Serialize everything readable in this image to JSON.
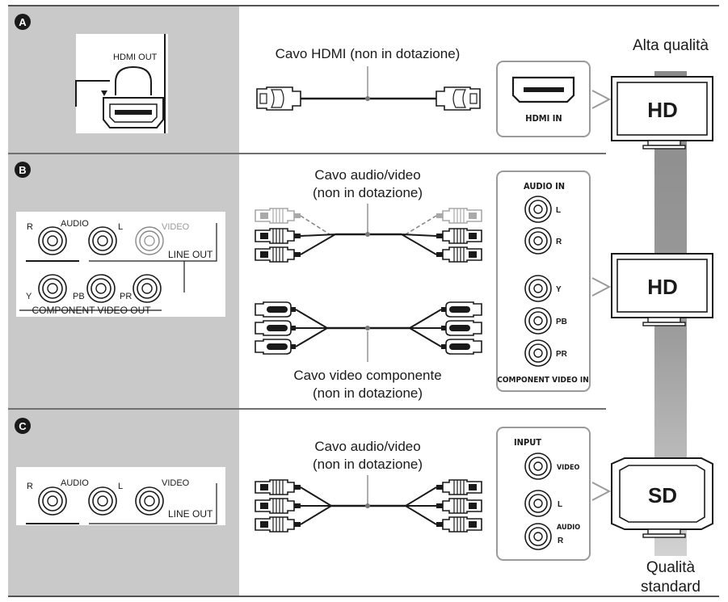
{
  "sections": [
    {
      "badge": "A",
      "player_labels": {
        "port": "HDMI OUT"
      },
      "cables": [
        {
          "label_line1": "Cavo HDMI (non in dotazione)"
        }
      ],
      "tv_panel": {
        "port": "HDMI IN"
      },
      "tv": {
        "screen_label": "HD"
      }
    },
    {
      "badge": "B",
      "player_labels": {
        "r": "R",
        "audio": "AUDIO",
        "l": "L",
        "video": "VIDEO",
        "line_out": "LINE OUT",
        "y": "Y",
        "pb": "PB",
        "pr": "PR",
        "component_out": "COMPONENT VIDEO OUT"
      },
      "cables": [
        {
          "label_line1": "Cavo audio/video",
          "label_line2": "(non in dotazione)"
        },
        {
          "label_line1": "Cavo video componente",
          "label_line2": "(non in dotazione)"
        }
      ],
      "tv_panel": {
        "audio_in": "AUDIO IN",
        "l": "L",
        "r": "R",
        "y": "Y",
        "pb": "PB",
        "pr": "PR",
        "component_in": "COMPONENT VIDEO IN"
      },
      "tv": {
        "screen_label": "HD"
      }
    },
    {
      "badge": "C",
      "player_labels": {
        "r": "R",
        "audio": "AUDIO",
        "l": "L",
        "video": "VIDEO",
        "line_out": "LINE OUT"
      },
      "cables": [
        {
          "label_line1": "Cavo audio/video",
          "label_line2": "(non in dotazione)"
        }
      ],
      "tv_panel": {
        "input": "INPUT",
        "video": "VIDEO",
        "l": "L",
        "audio": "AUDIO",
        "r": "R"
      },
      "tv": {
        "screen_label": "SD"
      }
    }
  ],
  "quality_scale": {
    "top_label": "Alta qualità",
    "bottom_label_line1": "Qualità",
    "bottom_label_line2": "standard"
  },
  "colors": {
    "panel_gray": "#c9c9c9",
    "scale_dark": "#8c8c8c",
    "scale_light": "#cfcfcf",
    "line": "#1a1a1a",
    "panel_border": "#9a9a9a"
  }
}
